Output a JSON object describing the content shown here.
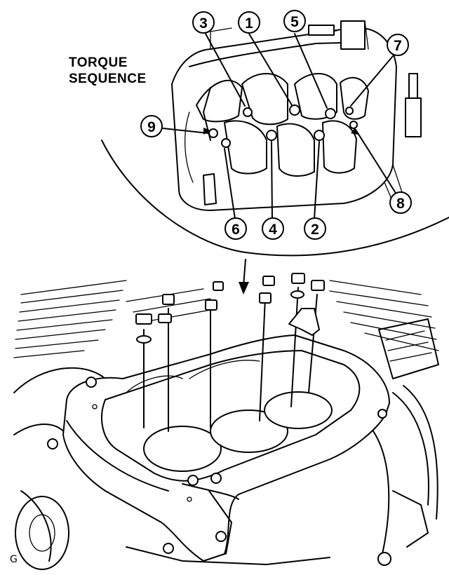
{
  "heading": {
    "line1": "TORQUE",
    "line2": "SEQUENCE"
  },
  "callouts": [
    "1",
    "2",
    "3",
    "4",
    "5",
    "6",
    "7",
    "8",
    "9"
  ],
  "corner_mark": "G"
}
